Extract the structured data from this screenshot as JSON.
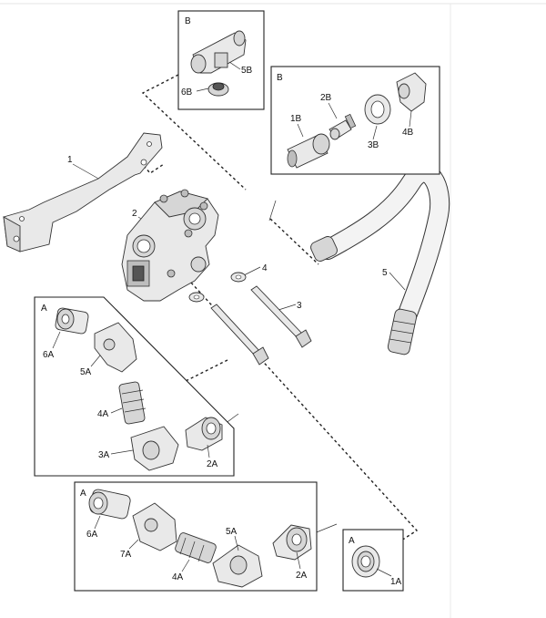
{
  "boxes": {
    "b_top": "B",
    "b_right": "B",
    "a_left": "A",
    "a_bottom": "A",
    "a_small": "A"
  },
  "labels": {
    "p1": "1",
    "p2": "2",
    "p3": "3",
    "p4": "4",
    "p5": "5",
    "p5B": "5B",
    "p6B": "6B",
    "p1B": "1B",
    "p2B": "2B",
    "p3B": "3B",
    "p4B": "4B",
    "p6A_left": "6A",
    "p5A_left": "5A",
    "p4A_left": "4A",
    "p3A": "3A",
    "p2A_left": "2A",
    "p6A_bottom": "6A",
    "p7A": "7A",
    "p4A_bottom": "4A",
    "p5A_bottom": "5A",
    "p2A_bottom": "2A",
    "p1A": "1A"
  }
}
